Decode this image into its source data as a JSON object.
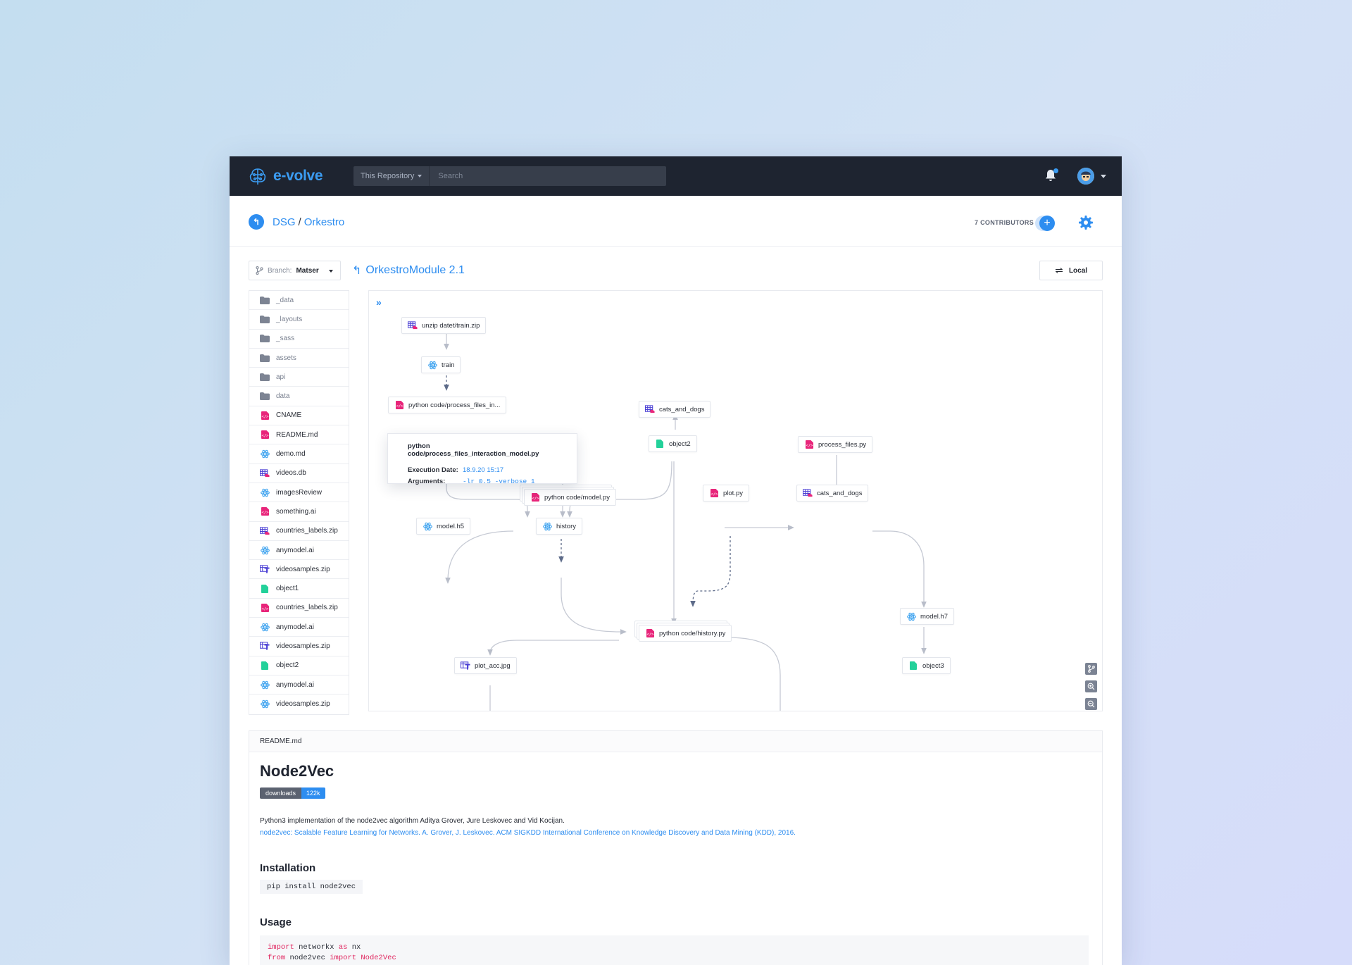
{
  "app": {
    "name": "e-volve",
    "brand_color": "#3b9cf2",
    "topbar_color": "#1e2430"
  },
  "search": {
    "scope": "This Repository",
    "placeholder": "Search"
  },
  "breadcrumb": {
    "org": "DSG",
    "separator": "/",
    "repo": "Orkestro"
  },
  "contributors": {
    "label": "7 CONTRIBUTORS"
  },
  "branch": {
    "label": "Branch:",
    "value": "Matser"
  },
  "module": {
    "title": "OrkestroModule 2.1"
  },
  "env": {
    "label": "Local"
  },
  "files": [
    {
      "name": "_data",
      "type": "folder"
    },
    {
      "name": "_layouts",
      "type": "folder"
    },
    {
      "name": "_sass",
      "type": "folder"
    },
    {
      "name": "assets",
      "type": "folder"
    },
    {
      "name": "api",
      "type": "folder"
    },
    {
      "name": "data",
      "type": "folder"
    },
    {
      "name": "CNAME",
      "type": "code"
    },
    {
      "name": "README.md",
      "type": "code"
    },
    {
      "name": "demo.md",
      "type": "model"
    },
    {
      "name": "videos.db",
      "type": "dataset"
    },
    {
      "name": "imagesReview",
      "type": "model"
    },
    {
      "name": "something.ai",
      "type": "code"
    },
    {
      "name": "countries_labels.zip",
      "type": "dataset"
    },
    {
      "name": "anymodel.ai",
      "type": "model"
    },
    {
      "name": "videosamples.zip",
      "type": "text"
    },
    {
      "name": "object1",
      "type": "object"
    },
    {
      "name": "countries_labels.zip",
      "type": "code"
    },
    {
      "name": "anymodel.ai",
      "type": "model"
    },
    {
      "name": "videosamples.zip",
      "type": "text"
    },
    {
      "name": "object2",
      "type": "object"
    },
    {
      "name": "anymodel.ai",
      "type": "model"
    },
    {
      "name": "videosamples.zip",
      "type": "model"
    }
  ],
  "graph": {
    "nodes": {
      "unzip": {
        "label": "unzip datet/train.zip",
        "type": "dataset"
      },
      "train": {
        "label": "train",
        "type": "model"
      },
      "process_in": {
        "label": "python code/process_files_in...",
        "type": "code"
      },
      "cats_dogs_top": {
        "label": "cats_and_dogs",
        "type": "dataset"
      },
      "object2": {
        "label": "object2",
        "type": "object"
      },
      "process_files": {
        "label": "process_files.py",
        "type": "code"
      },
      "model_py": {
        "label": "python code/model.py",
        "type": "code"
      },
      "plot_py": {
        "label": "plot.py",
        "type": "code"
      },
      "cats_dogs_mid": {
        "label": "cats_and_dogs",
        "type": "dataset"
      },
      "model_h5": {
        "label": "model.h5",
        "type": "model"
      },
      "history": {
        "label": "history",
        "type": "model"
      },
      "model_h7": {
        "label": "model.h7",
        "type": "model"
      },
      "history_py": {
        "label": "python code/history.py",
        "type": "code"
      },
      "plot_acc": {
        "label": "plot_acc.jpg",
        "type": "text"
      },
      "object3": {
        "label": "object3",
        "type": "object"
      }
    },
    "tooltip": {
      "title": "python code/process_files_interaction_model.py",
      "date_label": "Execution Date:",
      "date_value": "18.9.20  15:17",
      "args_label": "Arguments:",
      "args_value": "-lr 0.5 -verbose 1"
    }
  },
  "readme": {
    "filename": "README.md",
    "title": "Node2Vec",
    "badge_label": "downloads",
    "badge_value": "122k",
    "description": "Python3 implementation of the node2vec algorithm Aditya Grover, Jure Leskovec and Vid Kocijan.",
    "link": "node2vec: Scalable Feature Learning for Networks. A. Grover, J. Leskovec. ACM SIGKDD International Conference on Knowledge Discovery and Data Mining (KDD), 2016.",
    "installation_heading": "Installation",
    "install_cmd": "pip install node2vec",
    "usage_heading": "Usage",
    "code_line1": {
      "kw1": "import",
      "mod": " networkx ",
      "kw2": "as",
      "alias": " nx"
    },
    "code_line2": {
      "kw1": "from",
      "mod": " node2vec ",
      "kw2": "import",
      "alias": " Node2Vec"
    }
  }
}
